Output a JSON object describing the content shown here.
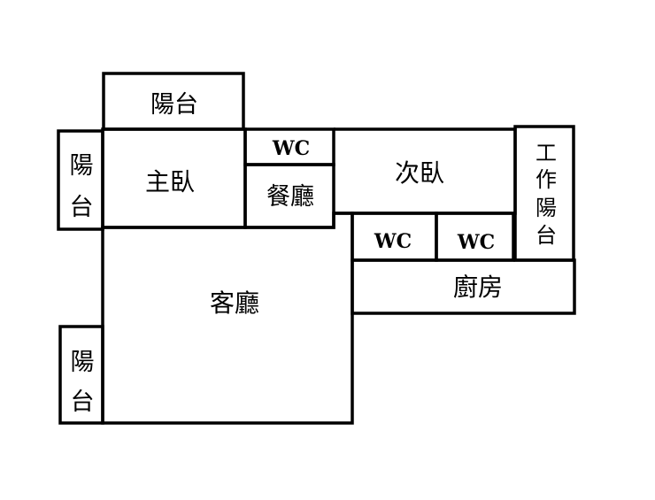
{
  "colors": {
    "wall": "#000000",
    "background": "#ffffff"
  },
  "rooms": {
    "balcony_top": "陽台",
    "balcony_left_top": [
      "陽",
      "台"
    ],
    "master_bedroom": "主臥",
    "wc_1": "WC",
    "dining": "餐廳",
    "second_bedroom": "次臥",
    "wc_2": "WC",
    "wc_3": "WC",
    "work_balcony": [
      "工",
      "作",
      "陽",
      "台"
    ],
    "living_room": "客廳",
    "kitchen": "廚房",
    "balcony_left_bottom": [
      "陽",
      "台"
    ]
  }
}
